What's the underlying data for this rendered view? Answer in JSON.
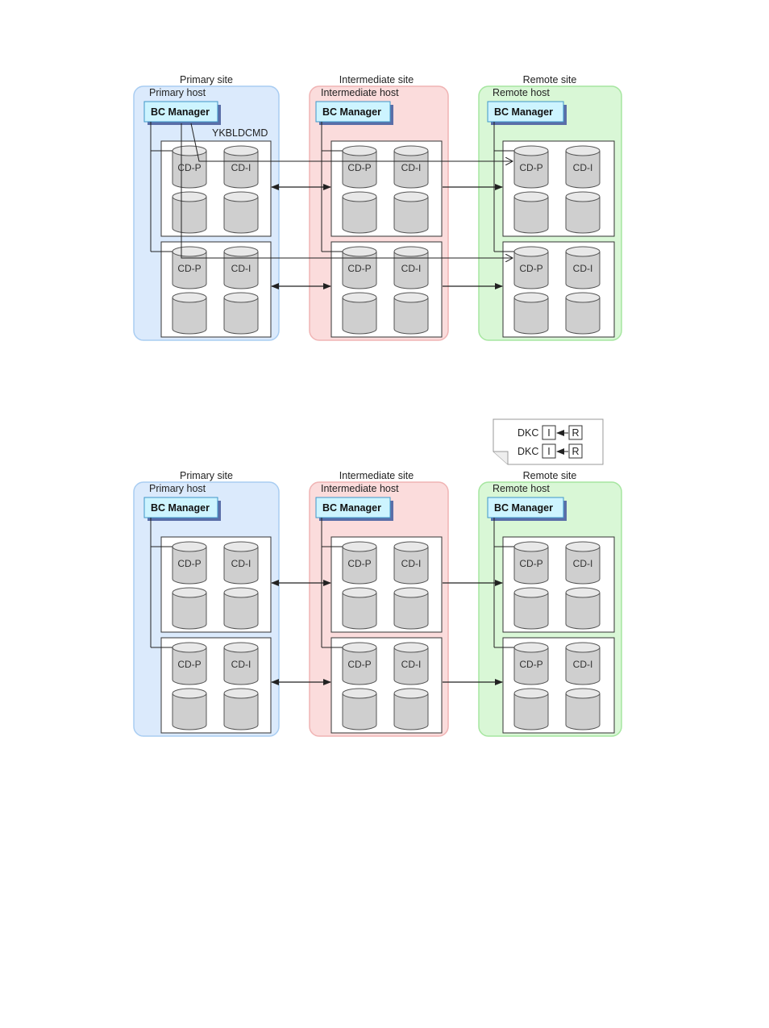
{
  "sites": {
    "primary": {
      "label": "Primary site",
      "host": "Primary host",
      "fill": "#dbeafc",
      "stroke": "#a9cdf2"
    },
    "intermediate": {
      "label": "Intermediate site",
      "host": "Intermediate host",
      "fill": "#fbdcdc",
      "stroke": "#f0b4b4"
    },
    "remote": {
      "label": "Remote site",
      "host": "Remote host",
      "fill": "#d9f7d6",
      "stroke": "#a6e6a0"
    }
  },
  "bc_manager": {
    "label": "BC Manager",
    "fill": "#cdf4ff",
    "stroke": "#3f96c8",
    "shadow": "#5a6ea8"
  },
  "volumes": {
    "primary_label": "CD-P",
    "intermediate_label": "CD-I"
  },
  "command_label": "YKBLDCMD",
  "legend": {
    "rows": [
      {
        "prefix": "DKC",
        "from": "I",
        "to": "R"
      },
      {
        "prefix": "DKC",
        "from": "I",
        "to": "R"
      }
    ]
  },
  "colors": {
    "cylinder_body": "#cfcfcf",
    "cylinder_top": "#e8e8e8",
    "line": "#222222"
  }
}
